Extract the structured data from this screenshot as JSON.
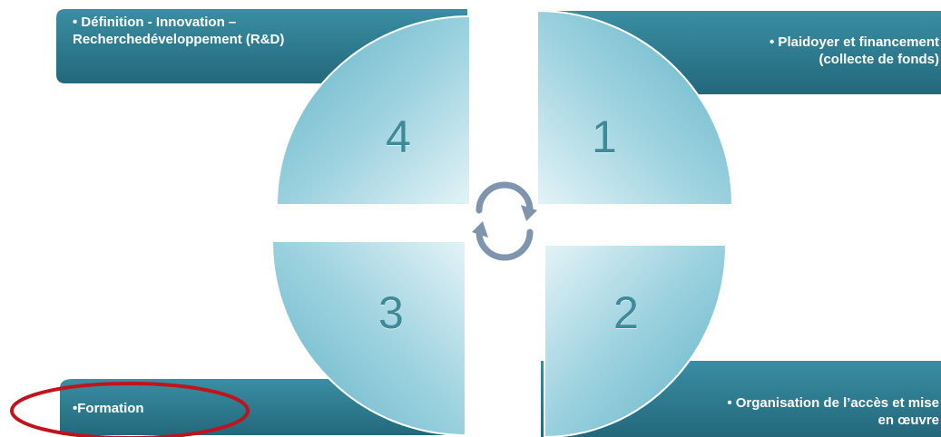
{
  "colors": {
    "panel": "#2d7a8f",
    "panel_dark": "#1f5f71",
    "quadrant_light": "#e3f3f7",
    "quadrant_mid": "#9fd3e0",
    "quadrant_dark": "#5fb2c6",
    "number": "#3f8a98",
    "cycle_arrow": "#7f94ad",
    "highlight_ellipse": "#c0141c"
  },
  "quadrants": [
    {
      "number": "4",
      "lines": [
        "• Définition - Innovation –",
        "Recherchedéveloppement (R&D)"
      ]
    },
    {
      "number": "1",
      "lines": [
        "• Plaidoyer et financement",
        "(collecte de fonds)"
      ]
    },
    {
      "number": "3",
      "lines": [
        "•Formation"
      ]
    },
    {
      "number": "2",
      "lines": [
        "• Organisation  de l’accès et mise",
        "en œuvre"
      ]
    }
  ],
  "icons": {
    "center": "cycle-arrows-icon"
  }
}
